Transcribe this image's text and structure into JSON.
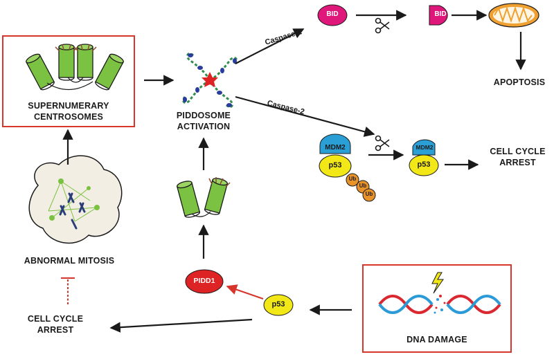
{
  "nodes": {
    "supernumerary": "SUPERNUMERARY\nCENTROSOMES",
    "piddosome": "PIDDOSOME\nACTIVATION",
    "abnormal_mitosis": "ABNORMAL MITOSIS",
    "cell_cycle_arrest_left": "CELL CYCLE\nARREST",
    "cell_cycle_arrest_right": "CELL CYCLE\nARREST",
    "apoptosis": "APOPTOSIS",
    "dna_damage": "DNA DAMAGE"
  },
  "edges": {
    "caspase_top": "Caspase-2",
    "caspase_mid": "Caspase-2"
  },
  "molecules": {
    "bid": "BID",
    "bid_cleaved": "BID",
    "mdm2": "MDM2",
    "mdm2_cleaved": "MDM2",
    "p53_complex": "p53",
    "p53_cleaved": "p53",
    "p53_bottom": "p53",
    "pidd1": "PIDD1",
    "ub": "Ub"
  },
  "colors": {
    "box_border": "#d6352b",
    "centrosome_green": "#7cc242",
    "bid_magenta": "#e0177a",
    "mdm2_blue": "#2a9fd6",
    "p53_yellow": "#f2e818",
    "pidd1_red": "#dd2323",
    "ub_orange": "#e8922a",
    "mitochondria_orange": "#f0a030",
    "inhibit_red": "#d6352b",
    "dna_red": "#d9282f",
    "dna_blue": "#2b9bd8"
  },
  "icons": [
    "centrosome-icon",
    "piddosome-icon",
    "mitochondria-icon",
    "scissors-icon",
    "lightning-icon",
    "dna-helix-icon",
    "cell-icon"
  ]
}
